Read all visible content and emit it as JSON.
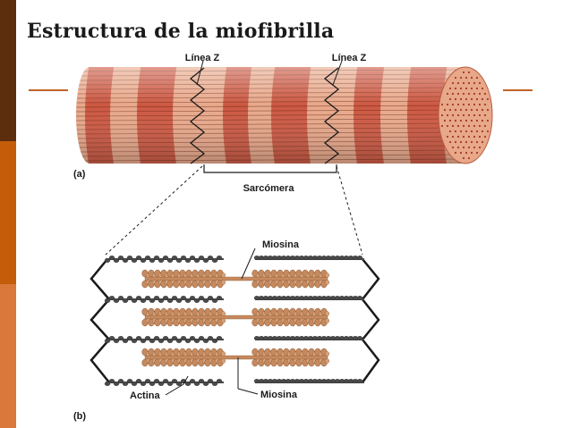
{
  "slide": {
    "title": "Estructura de la miofibrilla",
    "colors": {
      "title": "#1a1a1a",
      "sidebar": [
        "#5c2e0e",
        "#c45c0a",
        "#d9783a"
      ],
      "accent_line": "#c4632a",
      "fibril_light": "#e8a88a",
      "fibril_dark": "#c74a35",
      "myosin": "#c68a5e",
      "actin": "#4a4a4a",
      "line": "#1a1a1a"
    }
  },
  "panel_a": {
    "panel_label": "(a)",
    "z_line_left": "Línea Z",
    "z_line_right": "Línea Z",
    "sarcomere": "Sarcómera"
  },
  "panel_b": {
    "panel_label": "(b)",
    "myosin_top": "Miosina",
    "myosin_bottom": "Miosina",
    "actin": "Actina"
  }
}
